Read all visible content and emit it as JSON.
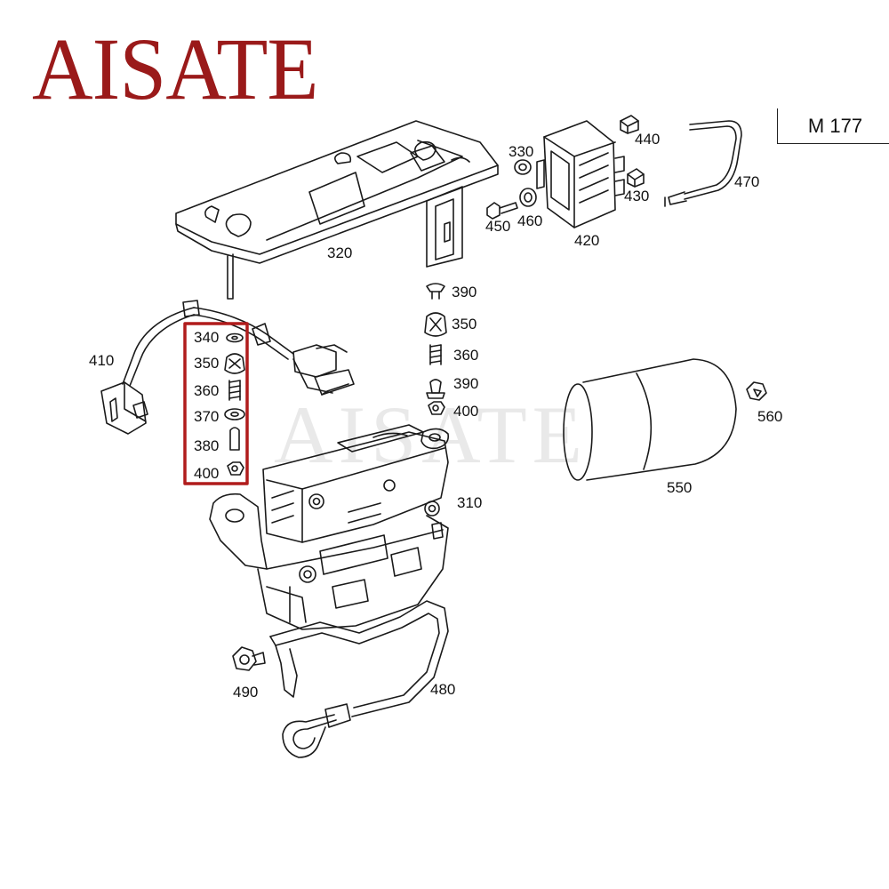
{
  "brand": "AISATE",
  "watermark": "AISATE",
  "model_code": "M 177",
  "highlight_color": "#b01c1c",
  "brand_color": "#9a1a1a",
  "callouts": {
    "c320": "320",
    "c330": "330",
    "c440": "440",
    "c430": "430",
    "c470": "470",
    "c450": "450",
    "c460": "460",
    "c420": "420",
    "c390a": "390",
    "c350a": "350",
    "c360a": "360",
    "c390b": "390",
    "c400a": "400",
    "c410": "410",
    "c340": "340",
    "c350b": "350",
    "c360b": "360",
    "c370": "370",
    "c380": "380",
    "c400b": "400",
    "c310": "310",
    "c550": "550",
    "c560": "560",
    "c490": "490",
    "c480": "480"
  }
}
